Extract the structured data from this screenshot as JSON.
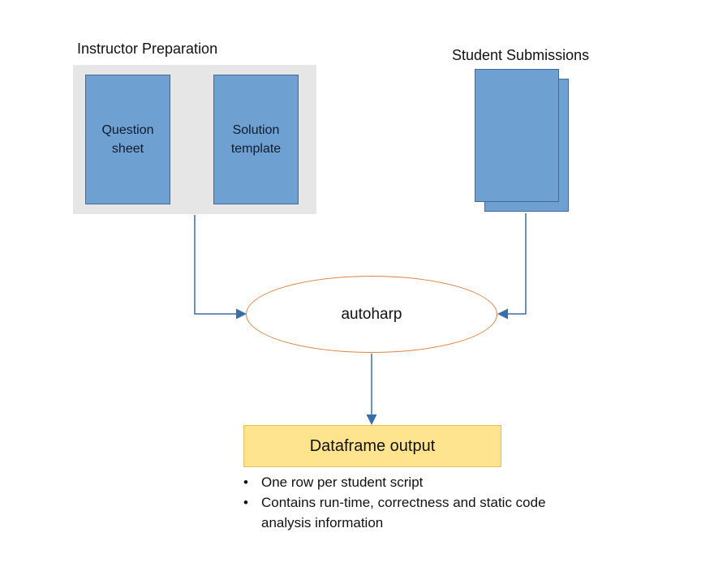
{
  "diagram": {
    "instructor_prep": {
      "title": "Instructor Preparation",
      "items": [
        {
          "label": "Question sheet"
        },
        {
          "label": "Solution template"
        }
      ]
    },
    "student_submissions": {
      "title": "Student Submissions"
    },
    "process": {
      "label": "autoharp"
    },
    "output": {
      "label": "Dataframe output",
      "bullet_char": "•",
      "bullets": [
        "One row per student script",
        "Contains run-time, correctness and static code analysis information"
      ]
    },
    "colors": {
      "doc_fill": "#6fa0d2",
      "doc_border": "#40699c",
      "panel_gray": "#e6e6e6",
      "ellipse_border": "#e2813c",
      "output_fill": "#ffe48f",
      "output_border": "#e6c056",
      "arrow_blue": "#3a6ea8"
    }
  }
}
